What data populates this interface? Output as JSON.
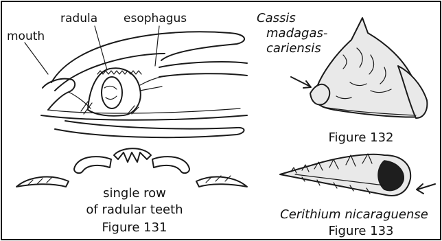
{
  "figure131": {
    "labels": {
      "mouth": "mouth",
      "radula": "radula",
      "esophagus": "esophagus"
    },
    "teeth_caption_line1": "single row",
    "teeth_caption_line2": "of radular teeth",
    "caption": "Figure 131"
  },
  "figure132": {
    "species_line1": "Cassis",
    "species_line2": "madagas-",
    "species_line3": "cariensis",
    "caption": "Figure 132"
  },
  "figure133": {
    "species": "Cerithium nicaraguense",
    "caption": "Figure 133"
  }
}
